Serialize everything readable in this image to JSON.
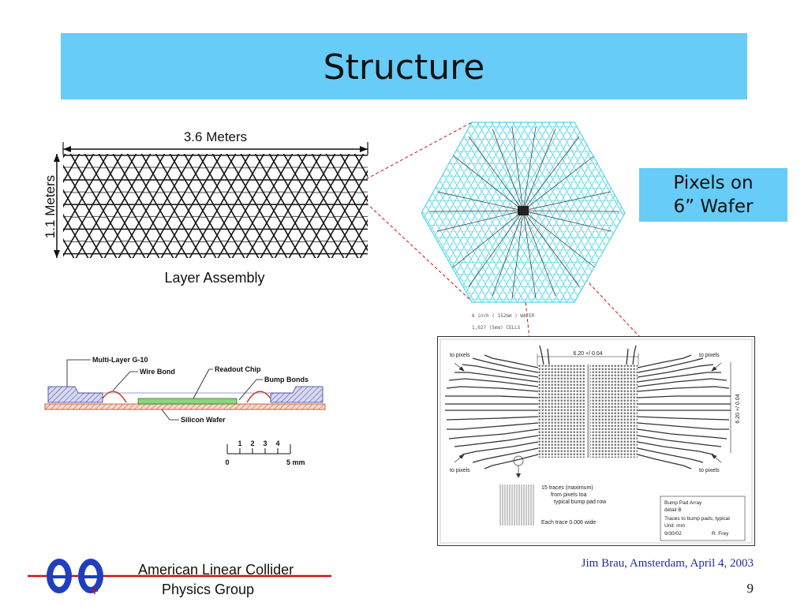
{
  "title": "Structure",
  "callout": {
    "line1": "Pixels on",
    "line2": "6” Wafer"
  },
  "layer_assembly": {
    "width_label": "3.6 Meters",
    "height_label": "1.1 Meters",
    "caption": "Layer Assembly"
  },
  "cross_section": {
    "labels": {
      "multilayer": "Multi-Layer G-10",
      "wire_bond": "Wire Bond",
      "readout_chip": "Readout Chip",
      "bump_bonds": "Bump Bonds",
      "silicon_wafer": "Silicon Wafer"
    },
    "scale": {
      "ticks": [
        "0",
        "1",
        "2",
        "3",
        "4"
      ],
      "end_label": "5 mm"
    }
  },
  "wafer": {
    "note_line1": "6 inch ( 152mm ) WAFER",
    "note_line2": "1,027    (5mm) CELLS"
  },
  "detail_drawing": {
    "dimension_top": "6.20 +/ 0.04",
    "dimension_side": "6.20 +/ 0.04",
    "corner_labels": [
      "to pixels",
      "to pixels",
      "to pixels",
      "to pixels"
    ],
    "traces_note": [
      "15 traces (maximum)",
      "from pixels toa",
      "typical bump pad row"
    ],
    "trace_width_note": "Each trace 0.006 wide",
    "title_block": [
      "Bump Pad Array",
      "detail B",
      "Traces to bump pads, typical",
      "Unit: mm",
      "9/30/02",
      "R. Frey"
    ]
  },
  "footer": {
    "credit": "Jim Brau, Amsterdam, April 4, 2003",
    "page_number": "9",
    "org_line1": "American Linear Collider",
    "org_line2": "Physics Group"
  },
  "colors": {
    "title_bg": "#67ccf7",
    "wafer_cyan": "#55d6e6",
    "accent_red": "#cc1111",
    "logo_blue": "#1f3fbf"
  }
}
